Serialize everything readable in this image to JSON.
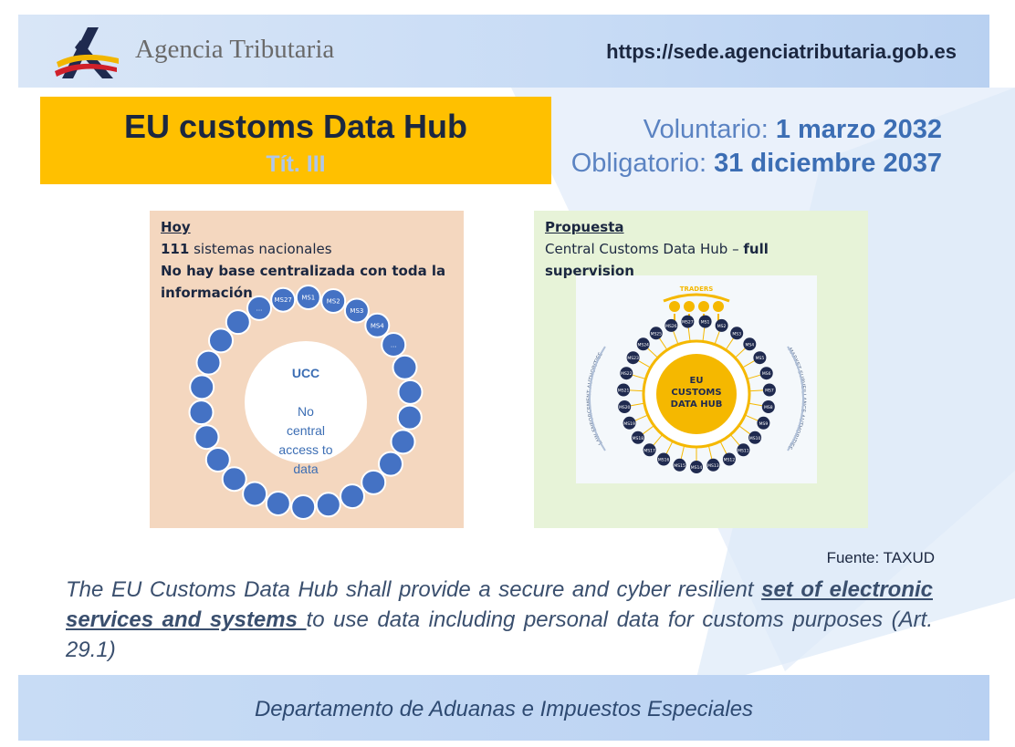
{
  "header": {
    "logo_text": "Agencia Tributaria",
    "url": "https://sede.agenciatributaria.gob.es"
  },
  "title_box": {
    "title": "EU customs Data Hub",
    "subtitle": "Tít. III"
  },
  "dates": {
    "voluntary_label": "Voluntario:",
    "voluntary_date": "1 marzo 2032",
    "mandatory_label": "Obligatorio:",
    "mandatory_date": "31 diciembre 2037"
  },
  "hoy": {
    "heading": "Hoy",
    "count": "111",
    "count_text": " sistemas nacionales",
    "line3": "No hay base centralizada con toda la",
    "line4": "información",
    "center_title": "UCC",
    "center_lines": [
      "No",
      "central",
      "access to",
      "data"
    ],
    "node_labels": [
      "MS27",
      "MS1",
      "MS2",
      "MS3",
      "MS4",
      "...",
      "..."
    ]
  },
  "propuesta": {
    "heading": "Propuesta",
    "line2_normal": "Central Customs Data Hub – ",
    "line2_bold": "full",
    "line3": "supervision",
    "hub": {
      "traders": "TRADERS",
      "center": [
        "EU",
        "CUSTOMS",
        "DATA HUB"
      ],
      "left_arc": "LAW ENFORCEMENT AUTHORITIES",
      "right_arc": "MARKET SURVEILLANCE AUTHORITIES",
      "node_labels": [
        "MS1",
        "MS2",
        "MS3",
        "MS4",
        "MS5",
        "MS6",
        "MS7",
        "MS8",
        "MS9",
        "MS10",
        "MS11",
        "MS12",
        "MS13",
        "MS14",
        "MS15",
        "MS16",
        "MS17",
        "MS18",
        "MS19",
        "MS20",
        "MS21",
        "MS22",
        "MS23",
        "MS24",
        "MS25",
        "MS26",
        "MS27"
      ]
    }
  },
  "source": "Fuente: TAXUD",
  "quote": {
    "before": "The EU Customs Data Hub shall provide a secure and cyber resilient ",
    "highlight": "set of electronic services and systems ",
    "after": "to use data including personal data for customs purposes (Art. 29.1)"
  },
  "footer": "Departamento de Aduanas e Impuestos Especiales",
  "colors": {
    "title_box": "#ffc000",
    "dark_text": "#1b2740",
    "blue_dates": "#3c6eb4",
    "node_blue": "#4472c4",
    "hub_orange": "#f5b800",
    "hub_navy": "#1f2a4f"
  }
}
